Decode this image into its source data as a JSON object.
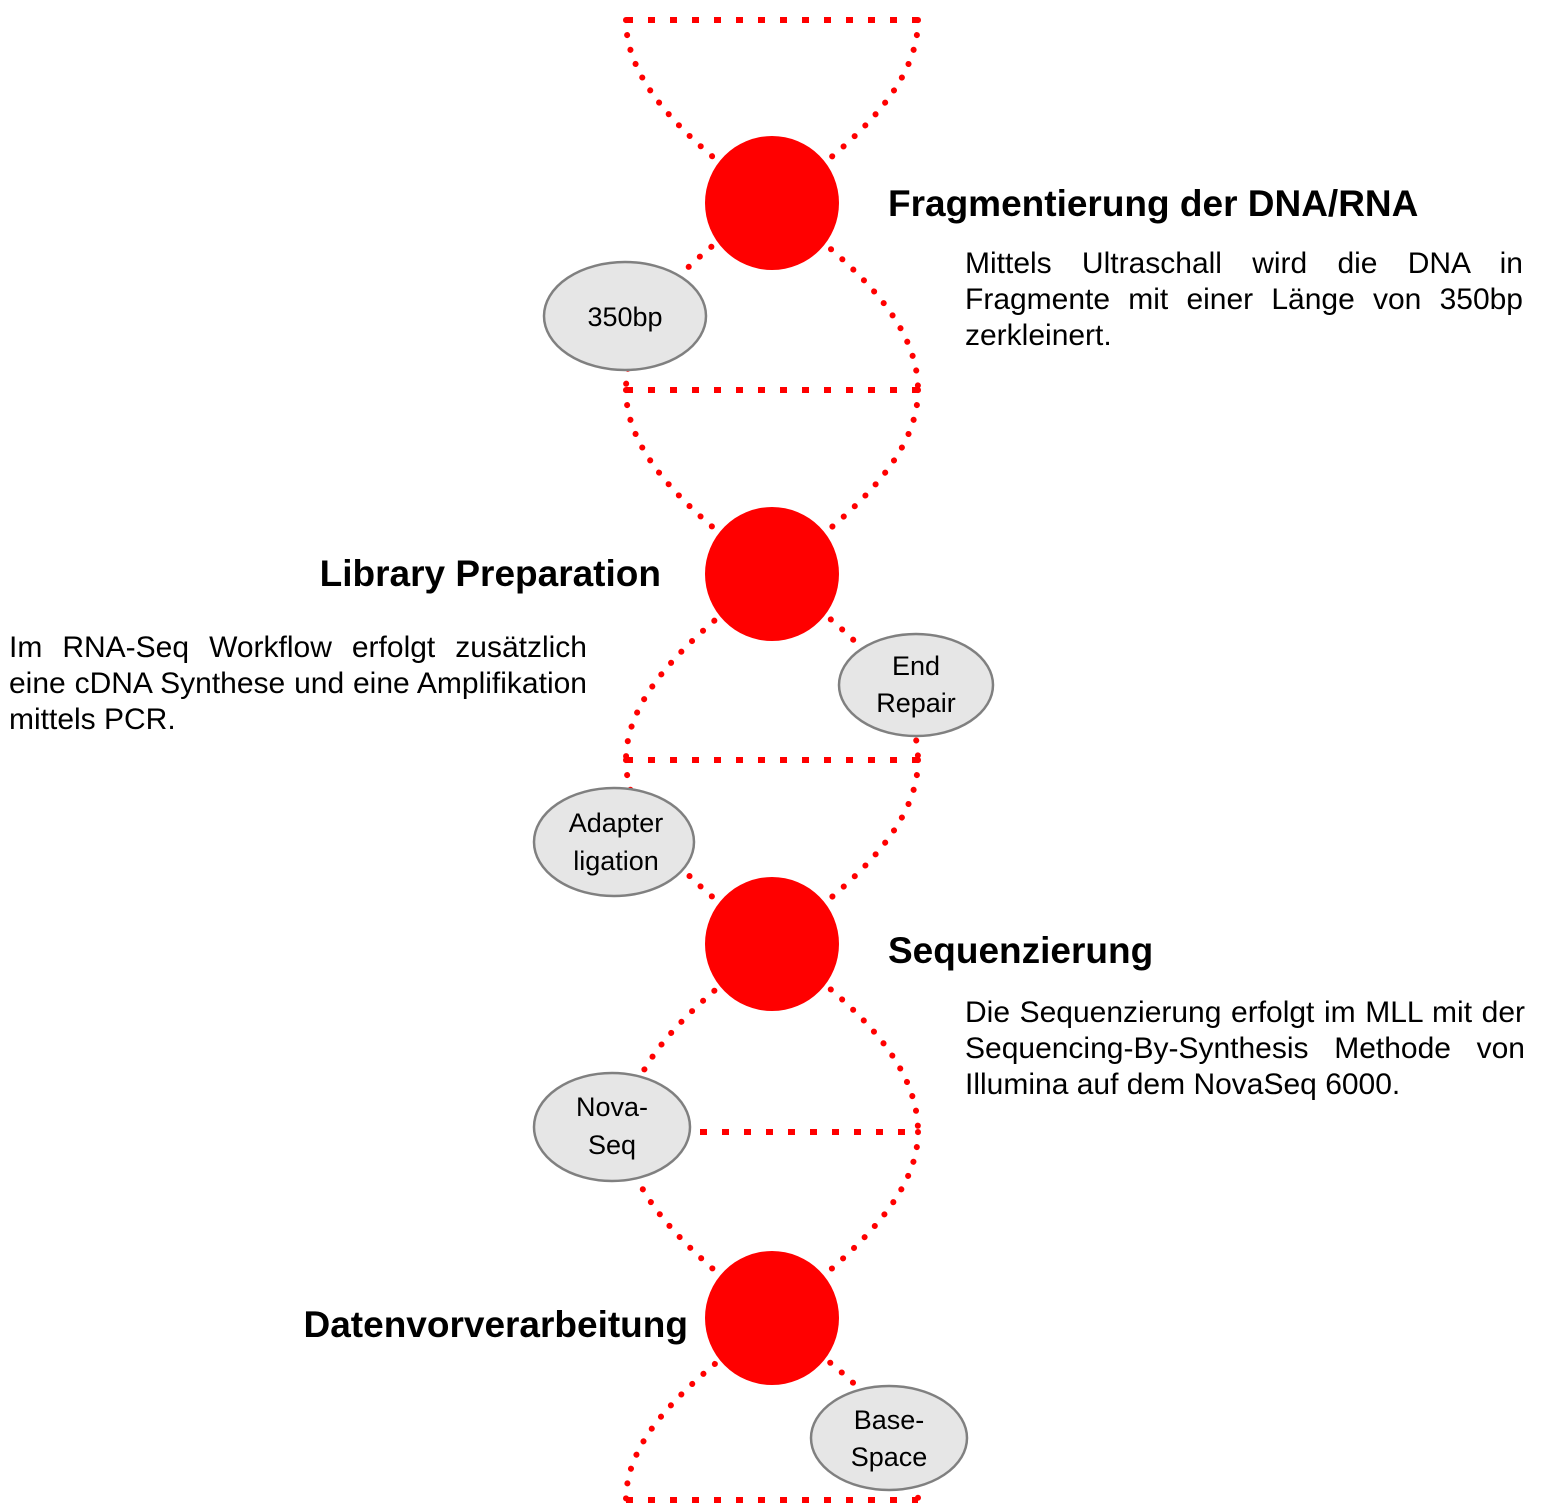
{
  "colors": {
    "accent": "#ff0000",
    "tag_fill": "#e6e6e6",
    "tag_stroke": "#808080",
    "text": "#000000"
  },
  "steps": [
    {
      "title": "Fragmentierung der DNA/RNA",
      "description": "Mittels Ultraschall wird die DNA in Fragmente mit einer Länge von 350bp zerkleinert."
    },
    {
      "title": "Library Preparation",
      "description": "Im RNA-Seq Workflow erfolgt zusätzlich eine cDNA Synthese und eine Amplifikation mittels PCR."
    },
    {
      "title": "Sequenzierung",
      "description": "Die Sequenzierung erfolgt im MLL mit der Sequencing-By-Synthesis Methode von Illumina auf dem NovaSeq 6000."
    },
    {
      "title": "Datenvorverarbeitung"
    }
  ],
  "tags": {
    "fragment_size": [
      "350bp"
    ],
    "end_repair": [
      "End",
      "Repair"
    ],
    "adapter_ligation": [
      "Adapter",
      "ligation"
    ],
    "novaseq": [
      "Nova-",
      "Seq"
    ],
    "basespace": [
      "Base-",
      "Space"
    ]
  }
}
